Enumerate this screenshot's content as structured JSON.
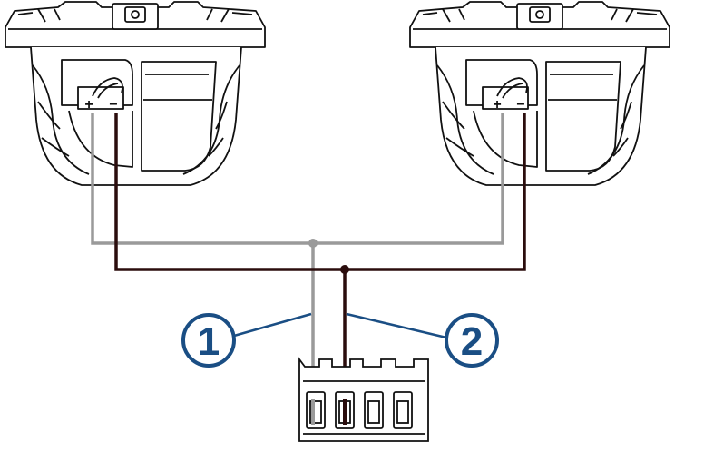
{
  "speakers": [
    {
      "id": "left",
      "positive_label": "+",
      "negative_label": "−"
    },
    {
      "id": "right",
      "positive_label": "+",
      "negative_label": "−"
    }
  ],
  "callouts": [
    {
      "number": "1",
      "wire": "positive"
    },
    {
      "number": "2",
      "wire": "negative"
    }
  ],
  "colors": {
    "positive_wire": "#9a9a9a",
    "negative_wire": "#2b0d0d",
    "callout": "#1a4e84",
    "line_art": "#111111"
  },
  "terminal_block": {
    "slots": 4
  }
}
